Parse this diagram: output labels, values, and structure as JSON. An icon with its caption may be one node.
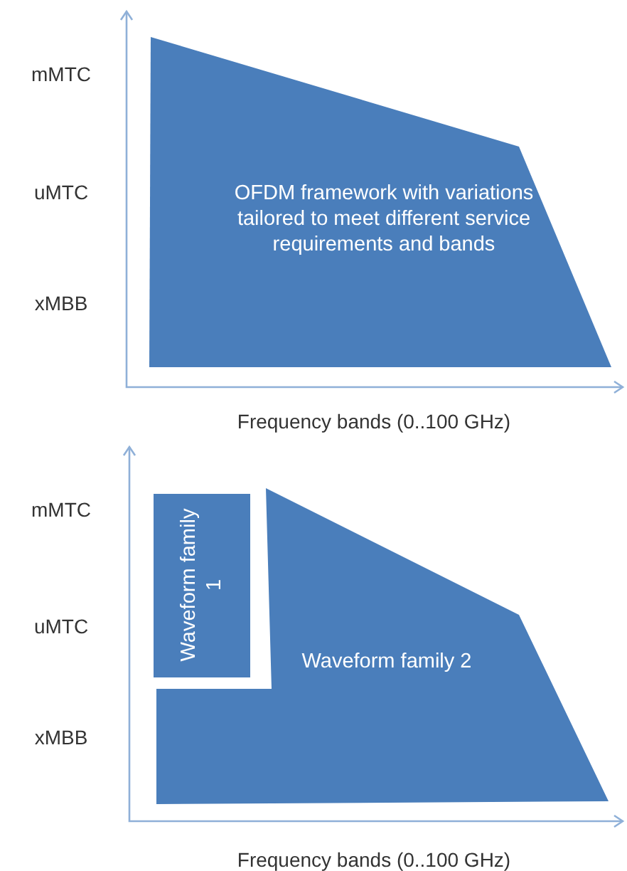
{
  "diagram": {
    "nodes": [
      {
        "text": [
          "OFDM framework with variations tailored to meet different service requirements and bands"
        ]
      },
      {
        "text": [
          "Waveform family 1"
        ]
      },
      {
        "text": [
          "Waveform family 2"
        ]
      }
    ],
    "labels": [
      "mMTC",
      "uMTC",
      "xMBB",
      "Frequency bands (0..100 GHz)",
      "mMTC",
      "uMTC",
      "xMBB",
      "Frequency bands (0..100 GHz)"
    ]
  }
}
